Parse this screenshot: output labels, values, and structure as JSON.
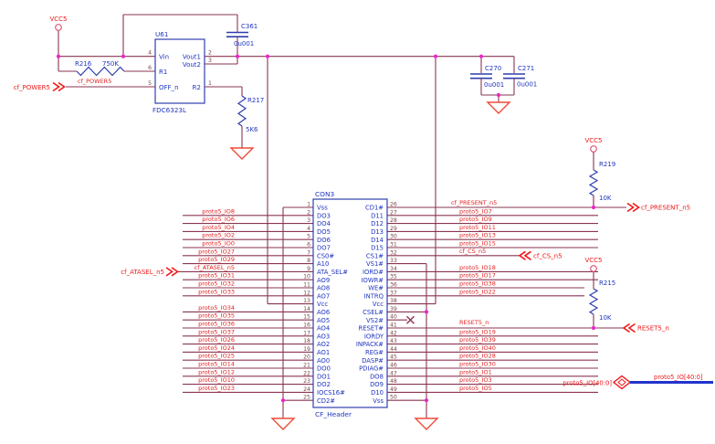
{
  "schematic": {
    "power_net": "VCC5",
    "regulator": {
      "ref": "U61",
      "part": "FDC6323L",
      "pins": {
        "left": [
          {
            "num": "4",
            "name": "Vin"
          },
          {
            "num": "6",
            "name": "R1"
          },
          {
            "num": "5",
            "name": "OFF_n"
          }
        ],
        "right": [
          {
            "num": "2",
            "name": "Vout1"
          },
          {
            "num": "3",
            "name": "Vout2"
          },
          {
            "num": "1",
            "name": "R2"
          }
        ]
      }
    },
    "resistors": [
      {
        "ref": "R216",
        "value": "750K"
      },
      {
        "ref": "R217",
        "value": "5K6"
      },
      {
        "ref": "R219",
        "value": "10K"
      },
      {
        "ref": "R215",
        "value": "10K"
      }
    ],
    "capacitors": [
      {
        "ref": "C361",
        "value": "0u001"
      },
      {
        "ref": "C270",
        "value": "0u001"
      },
      {
        "ref": "C271",
        "value": "0u001"
      }
    ],
    "ports": [
      {
        "name": "cf_POWER5",
        "dir": "in"
      },
      {
        "name": "cf_ATASEL_n5",
        "dir": "in"
      },
      {
        "name": "cf_PRESENT_n5",
        "dir": "out"
      },
      {
        "name": "cf_CS_n5",
        "dir": "in"
      },
      {
        "name": "RESET5_n",
        "dir": "in"
      },
      {
        "name": "proto5_IO[40:0]",
        "dir": "bus"
      }
    ],
    "bus": {
      "port_label": "proto5_IO[40:0]",
      "net_label": "proto5_IO[40:0]"
    },
    "connector": {
      "ref": "CON3",
      "part": "CF_Header",
      "left_pins": [
        {
          "num": "1",
          "name": "Vss",
          "net": ""
        },
        {
          "num": "2",
          "name": "DO3",
          "net": "proto5_IO8"
        },
        {
          "num": "3",
          "name": "DO4",
          "net": "proto5_IO6"
        },
        {
          "num": "4",
          "name": "DO5",
          "net": "proto5_IO4"
        },
        {
          "num": "5",
          "name": "DO6",
          "net": "proto5_IO2"
        },
        {
          "num": "6",
          "name": "DO7",
          "net": "proto5_IO0"
        },
        {
          "num": "7",
          "name": "CS0#",
          "net": "proto5_IO27"
        },
        {
          "num": "8",
          "name": "A10",
          "net": "proto5_IO29"
        },
        {
          "num": "9",
          "name": "ATA_SEL#",
          "net": "cf_ATASEL_n5"
        },
        {
          "num": "10",
          "name": "AO9",
          "net": "proto5_IO31"
        },
        {
          "num": "11",
          "name": "AO8",
          "net": "proto5_IO32"
        },
        {
          "num": "12",
          "name": "AO7",
          "net": "proto5_IO33"
        },
        {
          "num": "13",
          "name": "Vcc",
          "net": ""
        },
        {
          "num": "14",
          "name": "AO6",
          "net": "proto5_IO34"
        },
        {
          "num": "15",
          "name": "AO5",
          "net": "proto5_IO35"
        },
        {
          "num": "16",
          "name": "AO4",
          "net": "proto5_IO36"
        },
        {
          "num": "17",
          "name": "AO3",
          "net": "proto5_IO37"
        },
        {
          "num": "18",
          "name": "AO2",
          "net": "proto5_IO26"
        },
        {
          "num": "19",
          "name": "AO1",
          "net": "proto5_IO24"
        },
        {
          "num": "20",
          "name": "AO0",
          "net": "proto5_IO25"
        },
        {
          "num": "21",
          "name": "DO0",
          "net": "proto5_IO14"
        },
        {
          "num": "22",
          "name": "DO1",
          "net": "proto5_IO12"
        },
        {
          "num": "23",
          "name": "DO2",
          "net": "proto5_IO10"
        },
        {
          "num": "24",
          "name": "IOCS16#",
          "net": "proto5_IO23"
        },
        {
          "num": "25",
          "name": "CD2#",
          "net": ""
        }
      ],
      "right_pins": [
        {
          "num": "26",
          "name": "CD1#",
          "net": "cf_PRESENT_n5"
        },
        {
          "num": "27",
          "name": "D11",
          "net": "proto5_IO7"
        },
        {
          "num": "28",
          "name": "D12",
          "net": "proto5_IO9"
        },
        {
          "num": "29",
          "name": "D13",
          "net": "proto5_IO11"
        },
        {
          "num": "30",
          "name": "D14",
          "net": "proto5_IO13"
        },
        {
          "num": "31",
          "name": "D15",
          "net": "proto5_IO15"
        },
        {
          "num": "32",
          "name": "CS1#",
          "net": "cf_CS_n5"
        },
        {
          "num": "33",
          "name": "VS1#",
          "net": ""
        },
        {
          "num": "34",
          "name": "IORD#",
          "net": "proto5_IO18"
        },
        {
          "num": "35",
          "name": "IOWR#",
          "net": "proto5_IO17"
        },
        {
          "num": "36",
          "name": "WE#",
          "net": "proto5_IO38"
        },
        {
          "num": "37",
          "name": "INTRQ",
          "net": "proto5_IO22"
        },
        {
          "num": "38",
          "name": "Vcc",
          "net": ""
        },
        {
          "num": "39",
          "name": "CSEL#",
          "net": ""
        },
        {
          "num": "40",
          "name": "VS2#",
          "net": ""
        },
        {
          "num": "41",
          "name": "RESET#",
          "net": "RESET5_n"
        },
        {
          "num": "42",
          "name": "IORDY",
          "net": "proto5_IO19"
        },
        {
          "num": "43",
          "name": "INPACK#",
          "net": "proto5_IO39"
        },
        {
          "num": "44",
          "name": "REG#",
          "net": "proto5_IO40"
        },
        {
          "num": "45",
          "name": "DASP#",
          "net": "proto5_IO28"
        },
        {
          "num": "46",
          "name": "PDIAG#",
          "net": "proto5_IO30"
        },
        {
          "num": "47",
          "name": "DO8",
          "net": "proto5_IO1"
        },
        {
          "num": "48",
          "name": "DO9",
          "net": "proto5_IO3"
        },
        {
          "num": "49",
          "name": "D10",
          "net": "proto5_IO5"
        },
        {
          "num": "50",
          "name": "Vss",
          "net": ""
        }
      ]
    },
    "colors": {
      "wire": "#8a3550",
      "junction": "#e924c9",
      "component_blue": "#2e3fae",
      "text_blue": "#1f35c0",
      "port_red": "#f01818",
      "net_label_red": "#e32121",
      "ground_red": "#ef4a38",
      "pin_number": "#7c4444",
      "bus_blue": "#2233cc"
    }
  }
}
